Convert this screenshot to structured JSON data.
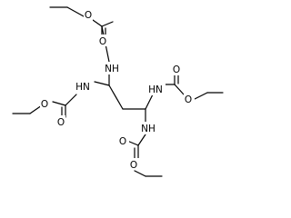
{
  "molecule": {
    "atoms": [
      {
        "id": "o_top_carbonyl",
        "label": "O"
      },
      {
        "id": "o_top_ester",
        "label": "O"
      },
      {
        "id": "nh_top",
        "label": "NH"
      },
      {
        "id": "nh_left",
        "label": "HN"
      },
      {
        "id": "o_left_carbonyl",
        "label": "O"
      },
      {
        "id": "o_left_ester",
        "label": "O"
      },
      {
        "id": "nh_right",
        "label": "HN"
      },
      {
        "id": "o_right_carbonyl",
        "label": "O"
      },
      {
        "id": "o_right_ester",
        "label": "O"
      },
      {
        "id": "nh_bottom",
        "label": "NH"
      },
      {
        "id": "o_bottom_carbonyl",
        "label": "O"
      },
      {
        "id": "o_bottom_ester",
        "label": "O"
      }
    ]
  }
}
